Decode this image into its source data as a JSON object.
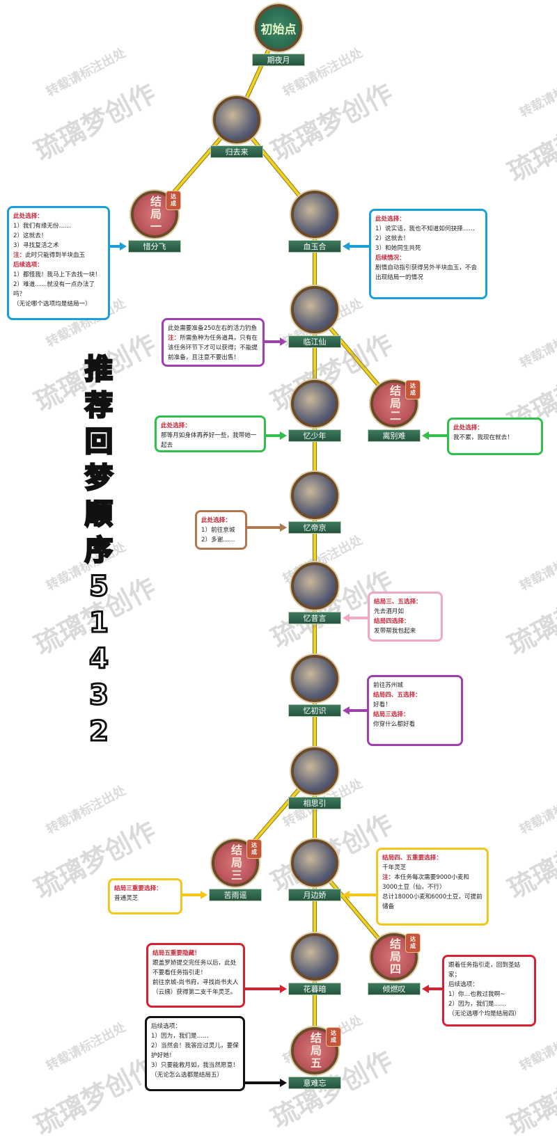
{
  "title_vertical": [
    "推",
    "荐",
    "回",
    "梦",
    "顺",
    "序",
    "5",
    "1",
    "4",
    "3",
    "2"
  ],
  "watermark": {
    "small": "转载请标注出处",
    "big": "琉璃梦创作"
  },
  "colors": {
    "line": "#f0d020",
    "blue": "#1a9fd8",
    "purple": "#a040b0",
    "green": "#2fbf4a",
    "brown": "#b07850",
    "pink": "#f0a8c0",
    "yellow": "#f5c518",
    "red": "#d82030",
    "black": "#111111"
  },
  "nodes": [
    {
      "id": "n0",
      "kind": "start",
      "circle_text": "初始点",
      "label": "期夜月"
    },
    {
      "id": "n1",
      "kind": "story",
      "label": "归去来"
    },
    {
      "id": "e1",
      "kind": "ending",
      "circle_text": "结局一",
      "badge": "达成",
      "label": "惜分飞"
    },
    {
      "id": "n2",
      "kind": "story",
      "label": "血玉合"
    },
    {
      "id": "n3",
      "kind": "story",
      "label": "临江仙"
    },
    {
      "id": "e2",
      "kind": "ending",
      "circle_text": "结局二",
      "badge": "达成",
      "label": "离别难"
    },
    {
      "id": "n4",
      "kind": "story",
      "label": "忆少年"
    },
    {
      "id": "n5",
      "kind": "story",
      "label": "忆帝京"
    },
    {
      "id": "n6",
      "kind": "story",
      "label": "忆昔言"
    },
    {
      "id": "n7",
      "kind": "story",
      "label": "忆初识"
    },
    {
      "id": "n8",
      "kind": "story",
      "label": "相思引"
    },
    {
      "id": "e3",
      "kind": "ending",
      "circle_text": "结局三",
      "badge": "达成",
      "label": "苦雨谣"
    },
    {
      "id": "n9",
      "kind": "story",
      "label": "月边娇"
    },
    {
      "id": "n10",
      "kind": "story",
      "label": "花暮暗"
    },
    {
      "id": "e4",
      "kind": "ending",
      "circle_text": "结局四",
      "badge": "达成",
      "label": "倾燃叹"
    },
    {
      "id": "e5",
      "kind": "ending",
      "circle_text": "结局五",
      "badge": "达成",
      "label": "意难忘"
    }
  ],
  "edges": [
    [
      "n0",
      "n1"
    ],
    [
      "n1",
      "e1"
    ],
    [
      "n1",
      "n2"
    ],
    [
      "n2",
      "n3"
    ],
    [
      "n3",
      "e2"
    ],
    [
      "n3",
      "n4"
    ],
    [
      "n4",
      "n5"
    ],
    [
      "n5",
      "n6"
    ],
    [
      "n6",
      "n7"
    ],
    [
      "n7",
      "n8"
    ],
    [
      "n8",
      "e3"
    ],
    [
      "n8",
      "n9"
    ],
    [
      "n9",
      "n10"
    ],
    [
      "n9",
      "e4"
    ],
    [
      "n10",
      "e5"
    ]
  ],
  "notes": [
    {
      "id": "b1",
      "color": "blue",
      "target": "e1",
      "lines": [
        {
          "red": "此处选择：",
          "text": ""
        },
        {
          "red": "",
          "text": "1）我们有缘无份……"
        },
        {
          "red": "",
          "text": "2）这就去！"
        },
        {
          "red": "",
          "text": "3）寻找复活之术"
        },
        {
          "red": "注：",
          "text": "此时只能得到半块血玉"
        },
        {
          "red": "后续选项：",
          "text": ""
        },
        {
          "red": "",
          "text": "1）都怪我！我马上下去找一块！"
        },
        {
          "red": "",
          "text": "2）难道……就没有一点办法了吗？"
        },
        {
          "red": "",
          "text": "（无论哪个选项均是结局一）"
        }
      ]
    },
    {
      "id": "b2",
      "color": "blue",
      "target": "n2",
      "lines": [
        {
          "red": "此处选择：",
          "text": ""
        },
        {
          "red": "",
          "text": "1）说实话，我也不知道如何抉择……"
        },
        {
          "red": "",
          "text": "2）这就去！"
        },
        {
          "red": "",
          "text": "3）和她同生共死"
        },
        {
          "red": "后续情况：",
          "text": ""
        },
        {
          "red": "",
          "text": "剧情自动指引获得另外半块血玉，不会出现结局一的情况"
        }
      ]
    },
    {
      "id": "b3",
      "color": "purple",
      "target": "n3",
      "lines": [
        {
          "red": "",
          "text": "此处需要准备250左右的活力钓鱼"
        },
        {
          "red": "注：",
          "text": "所需鱼种为任务道具，只有在该任务环节下才可以获得；不能提前准备，且注意不要出售！"
        }
      ]
    },
    {
      "id": "b4",
      "color": "green",
      "target": "n4",
      "lines": [
        {
          "red": "此处选择：",
          "text": ""
        },
        {
          "red": "",
          "text": "那等月如身体再养好一些，我带她一起去"
        }
      ]
    },
    {
      "id": "b5",
      "color": "green",
      "target": "e2",
      "lines": [
        {
          "red": "此处选择：",
          "text": ""
        },
        {
          "red": "",
          "text": "我不累，我现在就去！"
        }
      ]
    },
    {
      "id": "b6",
      "color": "brown",
      "target": "n5",
      "lines": [
        {
          "red": "此处选择：",
          "text": ""
        },
        {
          "red": "",
          "text": "1）前往京城"
        },
        {
          "red": "",
          "text": "2）多谢……"
        }
      ]
    },
    {
      "id": "b7",
      "color": "pink",
      "target": "n6",
      "lines": [
        {
          "red": "结局三、五选择：",
          "text": ""
        },
        {
          "red": "",
          "text": "先去酒月如"
        },
        {
          "red": "结局四选择：",
          "text": ""
        },
        {
          "red": "",
          "text": "发带帮我包起来"
        }
      ]
    },
    {
      "id": "b8",
      "color": "purple",
      "target": "n7",
      "lines": [
        {
          "red": "",
          "text": "前往苏州城"
        },
        {
          "red": "结局四、五选择：",
          "text": ""
        },
        {
          "red": "",
          "text": "好看！"
        },
        {
          "red": "结局三选择：",
          "text": ""
        },
        {
          "red": "",
          "text": "你穿什么都好看"
        }
      ]
    },
    {
      "id": "b9",
      "color": "yellow",
      "target": "e3",
      "lines": [
        {
          "red": "结局三重要选择：",
          "text": ""
        },
        {
          "red": "",
          "text": "普通灵芝"
        }
      ]
    },
    {
      "id": "b10",
      "color": "yellow",
      "target": "n9",
      "lines": [
        {
          "red": "结局四、五重要选择：",
          "text": ""
        },
        {
          "red": "",
          "text": "千年灵芝"
        },
        {
          "red": "注：",
          "text": "本任务每次需要9000小麦和3000土豆（仙，不行）"
        },
        {
          "red": "",
          "text": "总计18000小麦和6000土豆，可提前储备"
        }
      ]
    },
    {
      "id": "b11",
      "color": "red",
      "target": "n10",
      "lines": [
        {
          "red": "结局五重要隐藏！",
          "text": ""
        },
        {
          "red": "",
          "text": "跟盖罗娇提交完任务以后，此处不要看任务指引走！"
        },
        {
          "red": "",
          "text": "前往京城-尚书府，寻找尚书夫人（云姨）获得第二支千年灵芝。"
        }
      ]
    },
    {
      "id": "b12",
      "color": "red",
      "target": "e4",
      "lines": [
        {
          "red": "",
          "text": "跟着任务指引走，回到圣姑家；"
        },
        {
          "red": "",
          "text": "后续选项："
        },
        {
          "red": "",
          "text": "1）你…也救过我啊~"
        },
        {
          "red": "",
          "text": "2）因为，我们是……"
        },
        {
          "red": "",
          "text": "（无论选哪个均是结局四）"
        }
      ]
    },
    {
      "id": "b13",
      "color": "black",
      "target": "e5",
      "lines": [
        {
          "red": "",
          "text": "后续选项："
        },
        {
          "red": "",
          "text": "1）因为，我们是……"
        },
        {
          "red": "",
          "text": "2）当然会！我答应过灵儿，要保护好她！"
        },
        {
          "red": "",
          "text": "3）只要能救月如，我当然愿意！"
        },
        {
          "red": "",
          "text": "（无论怎么选都是结局五）"
        }
      ]
    }
  ]
}
